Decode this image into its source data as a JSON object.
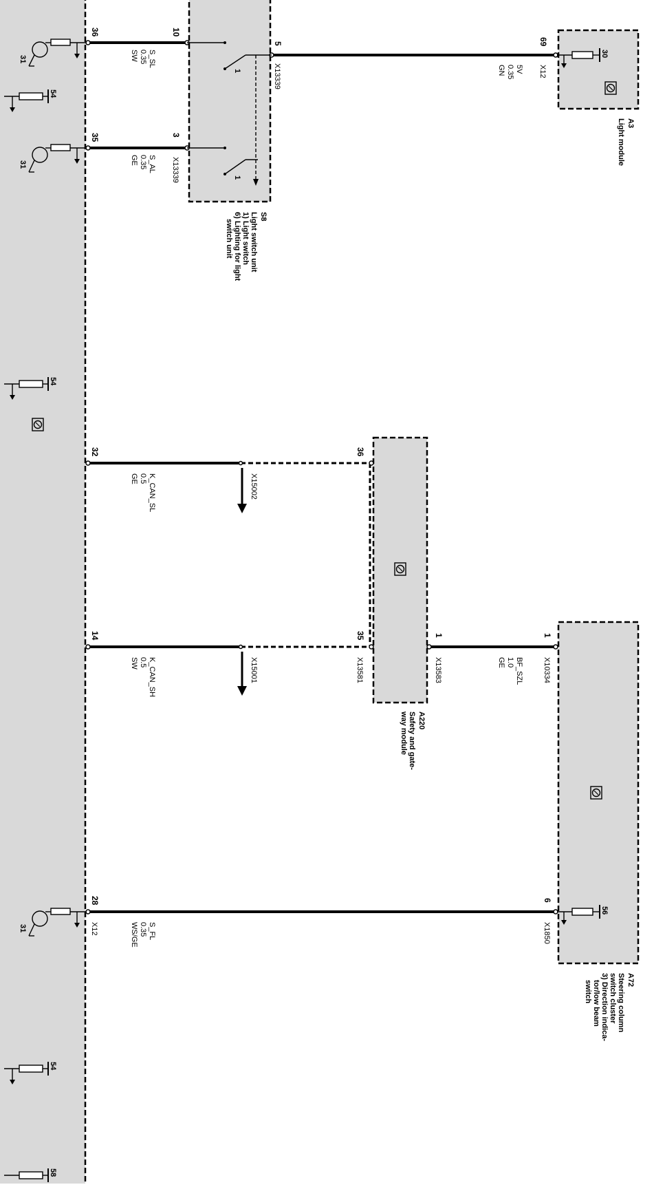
{
  "modules": {
    "s8": {
      "id": "S8",
      "lines": [
        "Light switch unit",
        "1) Light switch",
        "6) Lighting for light",
        "switch unit"
      ]
    },
    "a3": {
      "id": "A3",
      "lines": [
        "Light module"
      ]
    },
    "a220": {
      "id": "A220",
      "lines": [
        "Safety and gate-",
        "way module"
      ]
    },
    "a72": {
      "id": "A72",
      "lines": [
        "Steering column",
        "switch cluster",
        "3) Direction indica-",
        "tor/low beam",
        "switch"
      ]
    }
  },
  "wires": [
    {
      "name": "S_SL",
      "size": "0.35",
      "color": "SW",
      "pin_left": "36",
      "pin_right": "10"
    },
    {
      "name": "S_AL",
      "size": "0.35",
      "color": "GE",
      "pin_left": "35",
      "pin_right": "3",
      "connector": "X13339"
    },
    {
      "name": "5V",
      "size": "0.35",
      "color": "GN",
      "pin_left": "5",
      "pin_right": "69",
      "connector_left": "X13339",
      "connector_right": "X12"
    },
    {
      "name": "K_CAN_SL",
      "size": "0.5",
      "color": "GE",
      "pin_left": "32",
      "pin_right": "36",
      "splice": "X15002"
    },
    {
      "name": "K_CAN_SH",
      "size": "0.5",
      "color": "SW",
      "pin_left": "14",
      "pin_right": "35",
      "splice": "X15001",
      "connector_right": "X13581"
    },
    {
      "name": "BF_SZL",
      "size": "1.0",
      "color": "GE",
      "pin_left": "1",
      "pin_right": "1",
      "connector_left": "X13583",
      "connector_right": "X10334"
    },
    {
      "name": "S_FL",
      "size": "0.35",
      "color": "WS/GE",
      "pin_left": "28",
      "pin_right": "6",
      "connector_left": "X12",
      "connector_right": "X1850"
    }
  ],
  "switch_pins": {
    "upper": "1",
    "lower": "1"
  },
  "grounds": {
    "g31a": "31",
    "g31b": "31",
    "g31c": "31"
  },
  "terminals": {
    "t54a": "54",
    "t54b": "54",
    "t54c": "54",
    "t58": "58",
    "t30": "30",
    "t56": "56"
  }
}
